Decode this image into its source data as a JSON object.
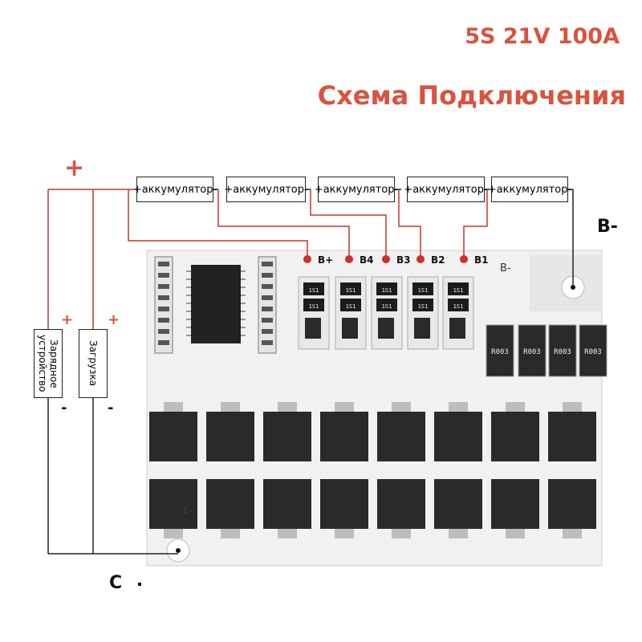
{
  "header": {
    "spec": "5S 21V 100A",
    "subtitle": "Схема Подключения"
  },
  "cells": [
    {
      "label": "+аккумулятор-"
    },
    {
      "label": "+аккумулятор-"
    },
    {
      "label": "+аккумулятор-"
    },
    {
      "label": "+аккумулятор-"
    },
    {
      "label": "+аккумулятор-"
    }
  ],
  "devices": {
    "charger": {
      "label": "Зарядное устройство",
      "plus": "+",
      "minus": "-"
    },
    "load": {
      "label": "Загрузка",
      "plus": "+",
      "minus": "-"
    }
  },
  "terminals": {
    "main_plus": "+",
    "b_minus": "B-",
    "c": "C",
    "board_b_minus": "B-",
    "board_c_minus": "C-",
    "pads": [
      "B+",
      "B4",
      "B3",
      "B2",
      "B1"
    ]
  },
  "resistors": [
    "R003",
    "R003",
    "R003",
    "R003"
  ],
  "chips": [
    "1S1",
    "1S1",
    "1S1",
    "1S1",
    "1S1",
    "1S1",
    "1S1",
    "1S1",
    "1S1",
    "1S1"
  ],
  "colors": {
    "accent": "#d9533f",
    "wire_red": "#c0392b",
    "wire_dark": "#222222",
    "pcb": "#f2f2f2",
    "mosfet": "#2a2a2a",
    "pad_red": "#d62b2b"
  }
}
